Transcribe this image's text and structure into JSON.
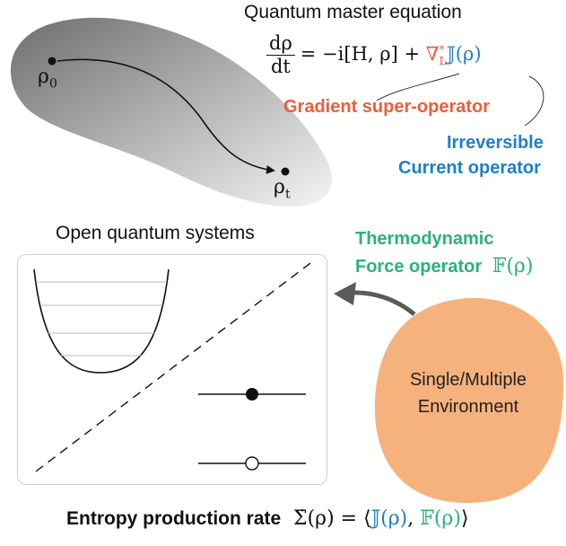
{
  "top": {
    "title": "Quantum master equation",
    "rho0": "ρ",
    "rho0_sub": "0",
    "rhot": "ρ",
    "rhot_sub": "t",
    "eq_num": "dρ",
    "eq_den": "dt",
    "eq_rest": "= −i[H, ρ] + ",
    "eq_grad": "∇",
    "eq_grad_sup": "*",
    "eq_grad_sub": "𝕃",
    "eq_cur": "𝕁(ρ)",
    "grad_label": "Gradient super-operator",
    "cur_label_1": "Irreversible",
    "cur_label_2": "Current operator"
  },
  "middle": {
    "title": "Open quantum systems",
    "force_label_1": "Thermodynamic",
    "force_label_2": "Force operator",
    "force_symbol": "𝔽(ρ)",
    "env_line_1": "Single/Multiple",
    "env_line_2": "Environment"
  },
  "bottom": {
    "label": "Entropy production rate",
    "formula_lhs": "Σ̇(ρ) = ⟨",
    "formula_j": "𝕁(ρ)",
    "formula_comma": ", ",
    "formula_f": "𝔽(ρ)",
    "formula_rhs": "⟩"
  },
  "colors": {
    "gradient_orange": "#e8603a",
    "current_blue": "#1f7fc6",
    "force_green": "#2bb27a",
    "environment_fill": "#f6b27c",
    "state_space_dark": "#6e6e6e",
    "state_space_light": "#f4f4f4"
  }
}
